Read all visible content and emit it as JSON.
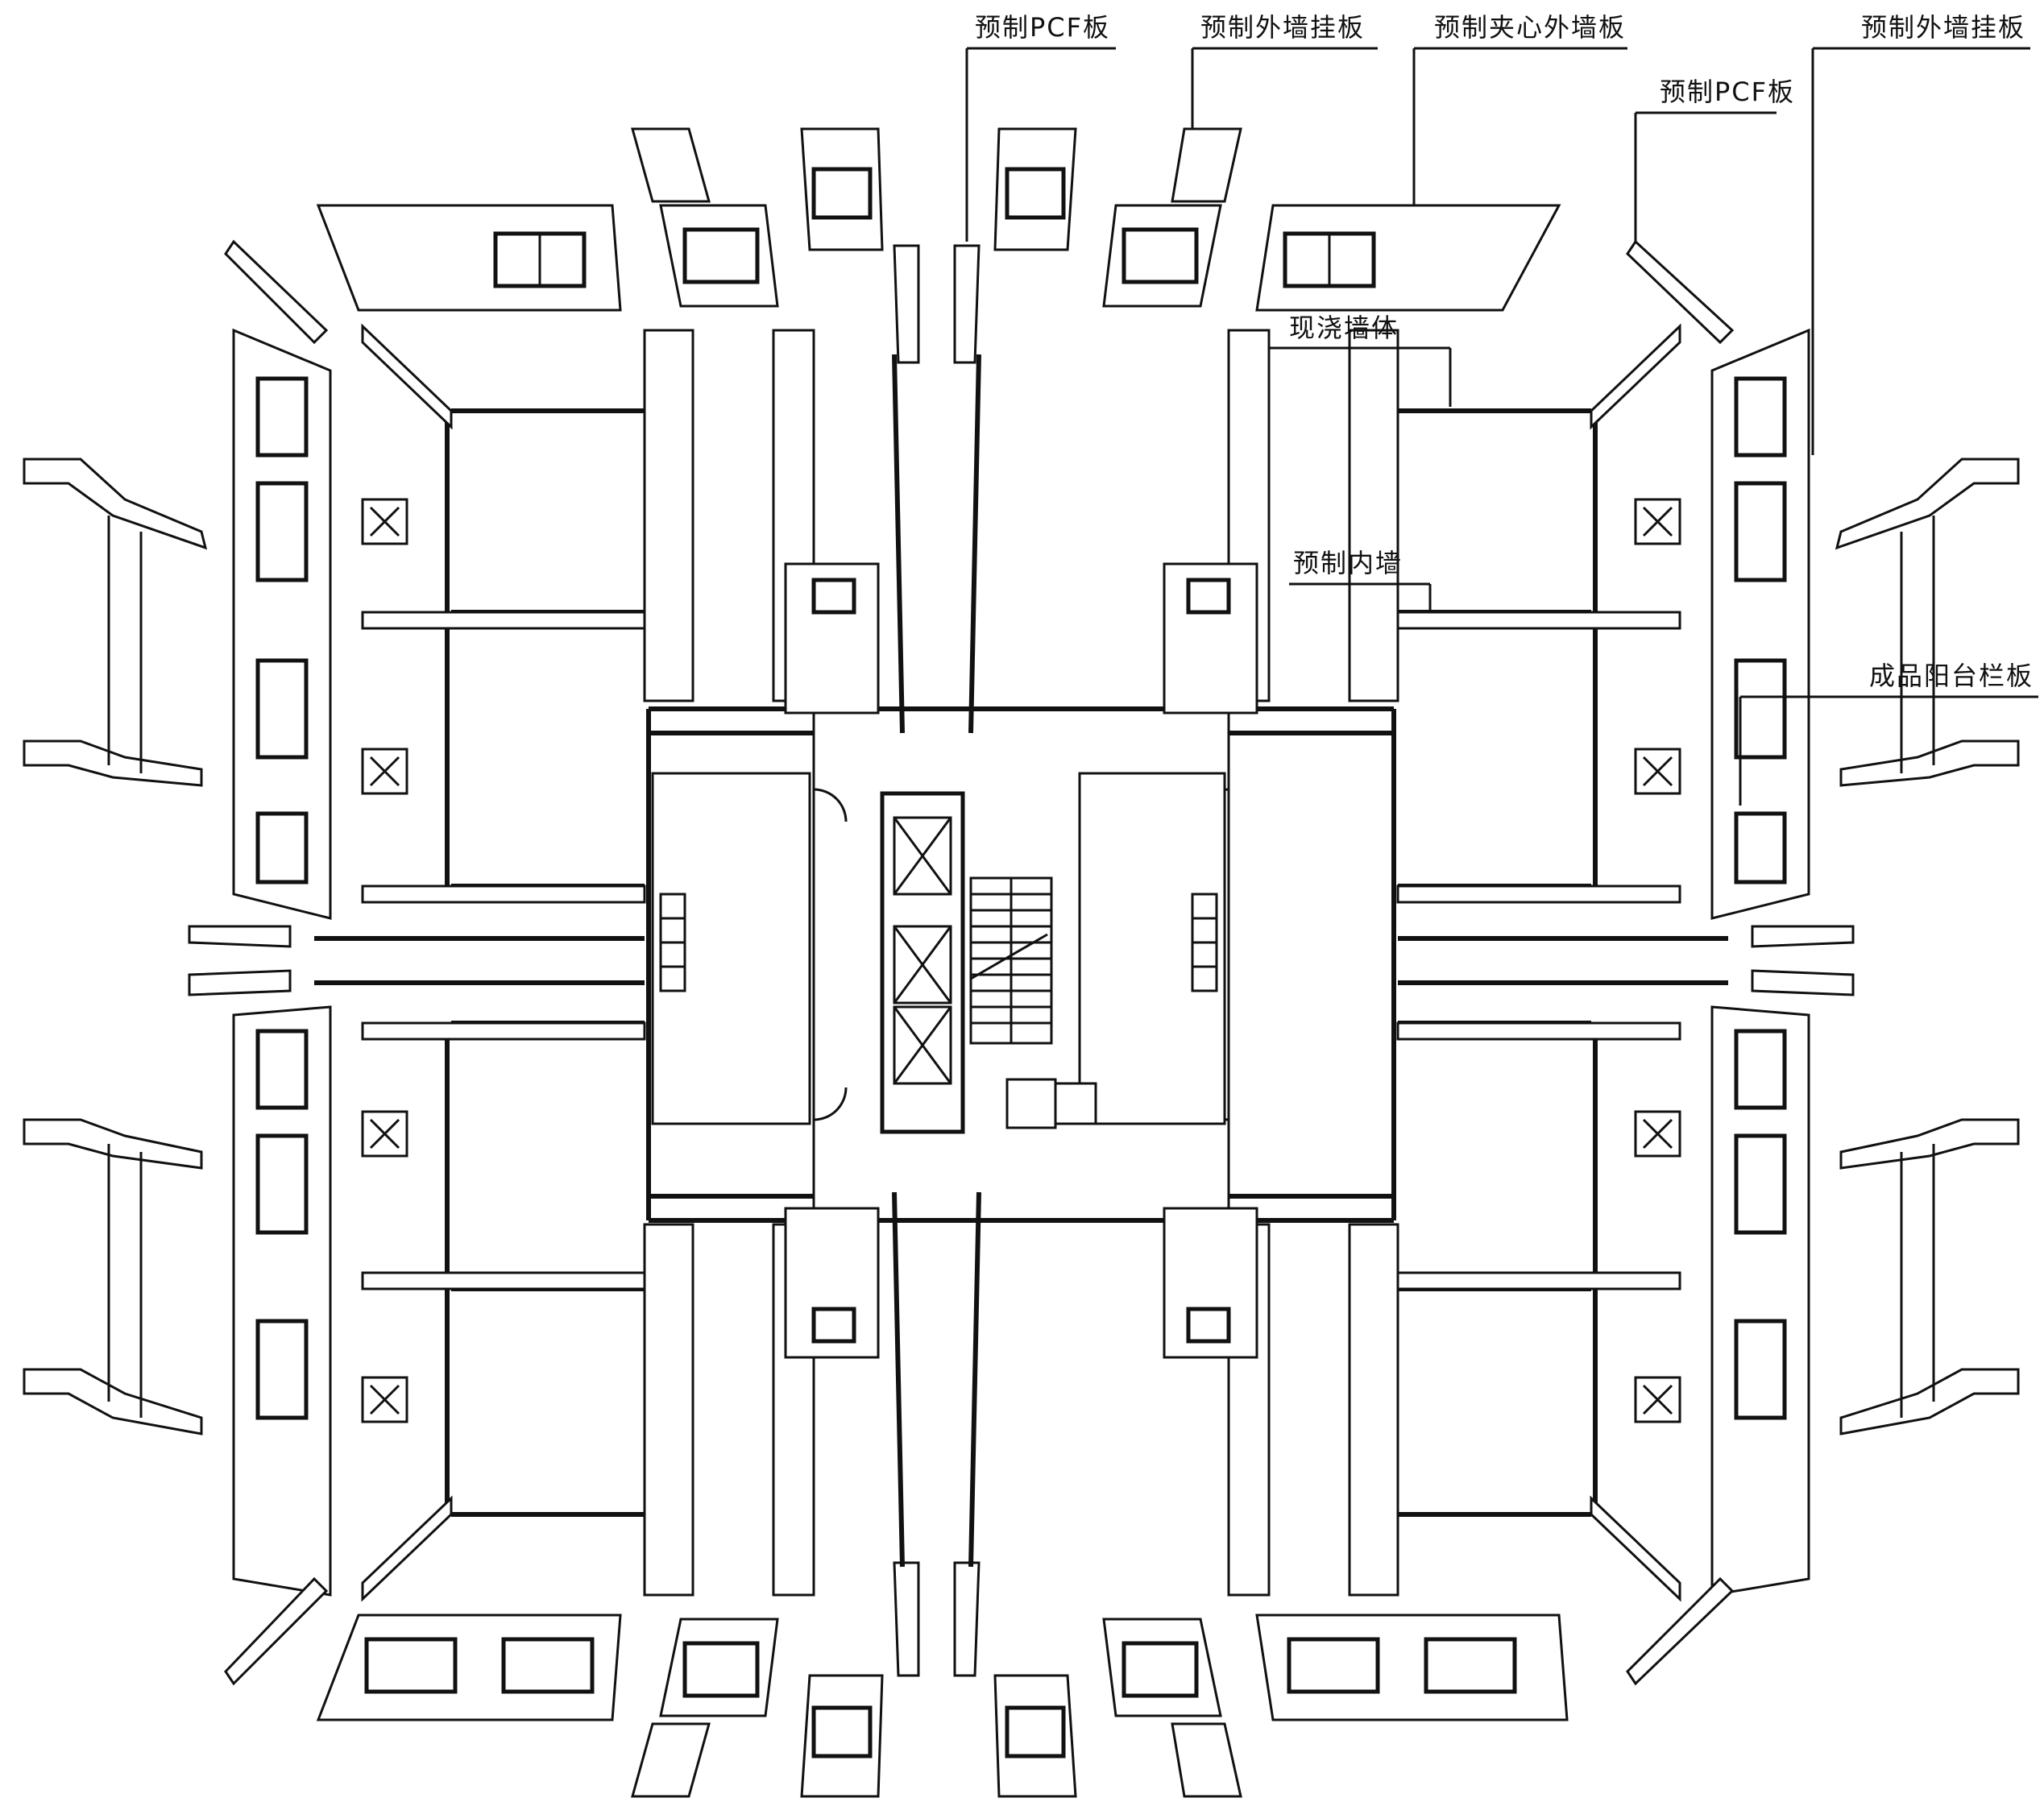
{
  "diagram": {
    "labels": {
      "pcf_top": "预制PCF板",
      "ext_hang_top": "预制外墙挂板",
      "sandwich": "预制夹心外墙板",
      "pcf_right": "预制PCF板",
      "ext_hang_right": "预制外墙挂板",
      "cast_wall": "现浇墙体",
      "inner_wall": "预制内墙",
      "balcony": "成品阳台栏板"
    }
  }
}
